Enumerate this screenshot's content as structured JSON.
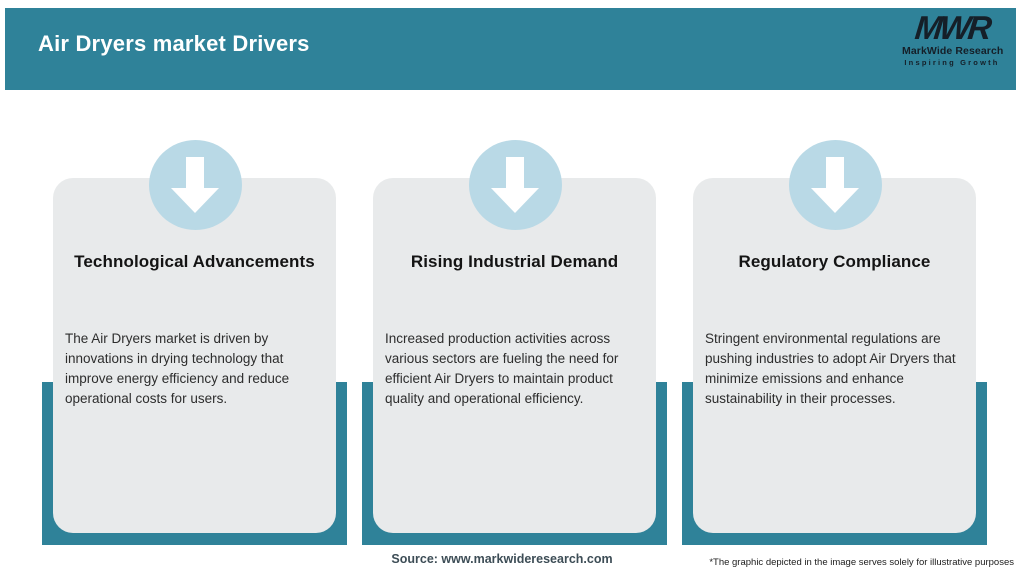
{
  "header": {
    "title": "Air Dryers market Drivers",
    "logo": {
      "mark": "MWR",
      "name": "MarkWide Research",
      "tagline": "Inspiring Growth"
    }
  },
  "cards": [
    {
      "icon": "down-arrow-icon",
      "title": "Technological Advancements",
      "body": "The Air Dryers market is driven by innovations in drying technology that improve energy efficiency and reduce operational costs for users."
    },
    {
      "icon": "down-arrow-icon",
      "title": "Rising Industrial Demand",
      "body": "Increased production activities across various sectors are fueling the need for efficient Air Dryers to maintain product quality and operational efficiency."
    },
    {
      "icon": "down-arrow-icon",
      "title": "Regulatory Compliance",
      "body": "Stringent environmental regulations are pushing industries to adopt Air Dryers that minimize emissions and enhance sustainability in their processes."
    }
  ],
  "footer": {
    "source": "Source: www.markwideresearch.com",
    "disclaimer": "*The graphic depicted in the image serves solely for illustrative purposes"
  },
  "colors": {
    "header_teal": "#2f8299",
    "tray_teal": "#2f8299",
    "circle_blue": "#b9d9e6",
    "card_gray": "#e8eaeb",
    "logo_dark": "#151f28",
    "source_text": "#3d4d56"
  }
}
